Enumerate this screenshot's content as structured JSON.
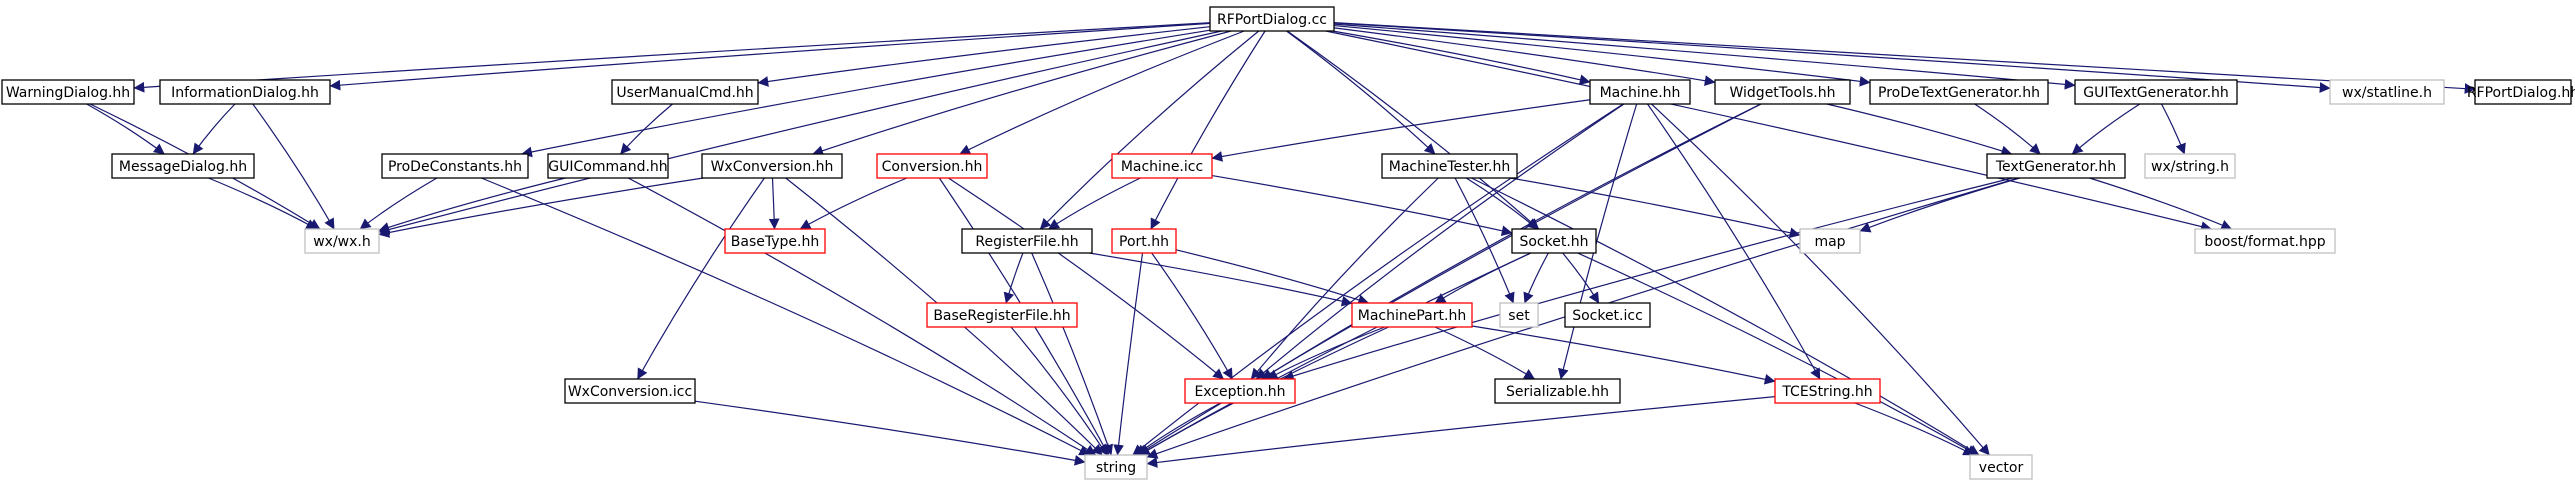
{
  "diagram": {
    "colors": {
      "edge": "#191970",
      "border_normal": "#000000",
      "border_red": "#ff0000",
      "border_gray": "#bfbfbf",
      "root_fill": "#bfbfbf",
      "text": "#000000"
    },
    "nodes": {
      "rfportdialog_cc": {
        "label": "RFPortDialog.cc",
        "kind": "root"
      },
      "warningdialog": {
        "label": "WarningDialog.hh",
        "kind": "normal"
      },
      "informationdialog": {
        "label": "InformationDialog.hh",
        "kind": "normal"
      },
      "usermanualcmd": {
        "label": "UserManualCmd.hh",
        "kind": "normal"
      },
      "machine_hh": {
        "label": "Machine.hh",
        "kind": "normal"
      },
      "widgettools": {
        "label": "WidgetTools.hh",
        "kind": "normal"
      },
      "prodetextgenerator": {
        "label": "ProDeTextGenerator.hh",
        "kind": "normal"
      },
      "guitextgenerator": {
        "label": "GUITextGenerator.hh",
        "kind": "normal"
      },
      "wx_statline": {
        "label": "wx/statline.h",
        "kind": "external"
      },
      "rfportdialog_hh": {
        "label": "RFPortDialog.hh",
        "kind": "normal"
      },
      "messagedialog": {
        "label": "MessageDialog.hh",
        "kind": "normal"
      },
      "prodeconstants": {
        "label": "ProDeConstants.hh",
        "kind": "normal"
      },
      "guicommand": {
        "label": "GUICommand.hh",
        "kind": "normal"
      },
      "wxconversion_hh": {
        "label": "WxConversion.hh",
        "kind": "normal"
      },
      "conversion_hh": {
        "label": "Conversion.hh",
        "kind": "red"
      },
      "machine_icc": {
        "label": "Machine.icc",
        "kind": "red"
      },
      "machinetester": {
        "label": "MachineTester.hh",
        "kind": "normal"
      },
      "textgenerator": {
        "label": "TextGenerator.hh",
        "kind": "normal"
      },
      "wx_string": {
        "label": "wx/string.h",
        "kind": "external"
      },
      "wx_wx": {
        "label": "wx/wx.h",
        "kind": "external"
      },
      "basetype": {
        "label": "BaseType.hh",
        "kind": "red"
      },
      "registerfile": {
        "label": "RegisterFile.hh",
        "kind": "normal"
      },
      "port_hh": {
        "label": "Port.hh",
        "kind": "red"
      },
      "socket_hh": {
        "label": "Socket.hh",
        "kind": "normal"
      },
      "map": {
        "label": "map",
        "kind": "external"
      },
      "boost_format": {
        "label": "boost/format.hpp",
        "kind": "external"
      },
      "baseregisterfile": {
        "label": "BaseRegisterFile.hh",
        "kind": "red"
      },
      "machinepart": {
        "label": "MachinePart.hh",
        "kind": "red"
      },
      "set": {
        "label": "set",
        "kind": "external"
      },
      "socket_icc": {
        "label": "Socket.icc",
        "kind": "normal"
      },
      "wxconversion_icc": {
        "label": "WxConversion.icc",
        "kind": "normal"
      },
      "exception_hh": {
        "label": "Exception.hh",
        "kind": "red"
      },
      "serializable": {
        "label": "Serializable.hh",
        "kind": "normal"
      },
      "tcestring": {
        "label": "TCEString.hh",
        "kind": "red"
      },
      "string": {
        "label": "string",
        "kind": "external"
      },
      "vector": {
        "label": "vector",
        "kind": "external"
      }
    },
    "edges": [
      [
        "rfportdialog_cc",
        "warningdialog"
      ],
      [
        "rfportdialog_cc",
        "informationdialog"
      ],
      [
        "rfportdialog_cc",
        "usermanualcmd"
      ],
      [
        "rfportdialog_cc",
        "machine_hh"
      ],
      [
        "rfportdialog_cc",
        "widgettools"
      ],
      [
        "rfportdialog_cc",
        "prodetextgenerator"
      ],
      [
        "rfportdialog_cc",
        "guitextgenerator"
      ],
      [
        "rfportdialog_cc",
        "wx_statline"
      ],
      [
        "rfportdialog_cc",
        "rfportdialog_hh"
      ],
      [
        "rfportdialog_cc",
        "wx_wx"
      ],
      [
        "rfportdialog_cc",
        "prodeconstants"
      ],
      [
        "rfportdialog_cc",
        "wxconversion_hh"
      ],
      [
        "rfportdialog_cc",
        "conversion_hh"
      ],
      [
        "rfportdialog_cc",
        "registerfile"
      ],
      [
        "rfportdialog_cc",
        "port_hh"
      ],
      [
        "rfportdialog_cc",
        "machinetester"
      ],
      [
        "rfportdialog_cc",
        "socket_hh"
      ],
      [
        "rfportdialog_cc",
        "boost_format"
      ],
      [
        "warningdialog",
        "messagedialog"
      ],
      [
        "warningdialog",
        "wx_wx"
      ],
      [
        "informationdialog",
        "messagedialog"
      ],
      [
        "informationdialog",
        "wx_wx"
      ],
      [
        "usermanualcmd",
        "guicommand"
      ],
      [
        "messagedialog",
        "wx_wx"
      ],
      [
        "prodeconstants",
        "wx_wx"
      ],
      [
        "prodeconstants",
        "string"
      ],
      [
        "guicommand",
        "wx_wx"
      ],
      [
        "guicommand",
        "string"
      ],
      [
        "wxconversion_hh",
        "wx_wx"
      ],
      [
        "wxconversion_hh",
        "basetype"
      ],
      [
        "wxconversion_hh",
        "string"
      ],
      [
        "wxconversion_hh",
        "wxconversion_icc"
      ],
      [
        "conversion_hh",
        "basetype"
      ],
      [
        "conversion_hh",
        "exception_hh"
      ],
      [
        "conversion_hh",
        "string"
      ],
      [
        "machine_hh",
        "machine_icc"
      ],
      [
        "machine_hh",
        "exception_hh"
      ],
      [
        "machine_hh",
        "serializable"
      ],
      [
        "machine_hh",
        "string"
      ],
      [
        "machine_hh",
        "vector"
      ],
      [
        "machine_hh",
        "tcestring"
      ],
      [
        "machine_icc",
        "registerfile"
      ],
      [
        "machine_icc",
        "socket_hh"
      ],
      [
        "widgettools",
        "textgenerator"
      ],
      [
        "widgettools",
        "string"
      ],
      [
        "widgettools",
        "exception_hh"
      ],
      [
        "prodetextgenerator",
        "textgenerator"
      ],
      [
        "guitextgenerator",
        "textgenerator"
      ],
      [
        "guitextgenerator",
        "wx_string"
      ],
      [
        "textgenerator",
        "map"
      ],
      [
        "textgenerator",
        "boost_format"
      ],
      [
        "textgenerator",
        "exception_hh"
      ],
      [
        "textgenerator",
        "string"
      ],
      [
        "machinetester",
        "socket_hh"
      ],
      [
        "machinetester",
        "map"
      ],
      [
        "machinetester",
        "set"
      ],
      [
        "machinetester",
        "exception_hh"
      ],
      [
        "machinetester",
        "vector"
      ],
      [
        "registerfile",
        "baseregisterfile"
      ],
      [
        "registerfile",
        "machinepart"
      ],
      [
        "registerfile",
        "string"
      ],
      [
        "port_hh",
        "machinepart"
      ],
      [
        "port_hh",
        "exception_hh"
      ],
      [
        "port_hh",
        "string"
      ],
      [
        "socket_hh",
        "machinepart"
      ],
      [
        "socket_hh",
        "set"
      ],
      [
        "socket_hh",
        "socket_icc"
      ],
      [
        "socket_hh",
        "vector"
      ],
      [
        "socket_hh",
        "string"
      ],
      [
        "baseregisterfile",
        "string"
      ],
      [
        "machinepart",
        "exception_hh"
      ],
      [
        "machinepart",
        "serializable"
      ],
      [
        "machinepart",
        "tcestring"
      ],
      [
        "machinepart",
        "string"
      ],
      [
        "wxconversion_icc",
        "string"
      ],
      [
        "exception_hh",
        "string"
      ],
      [
        "tcestring",
        "string"
      ],
      [
        "tcestring",
        "vector"
      ]
    ]
  }
}
